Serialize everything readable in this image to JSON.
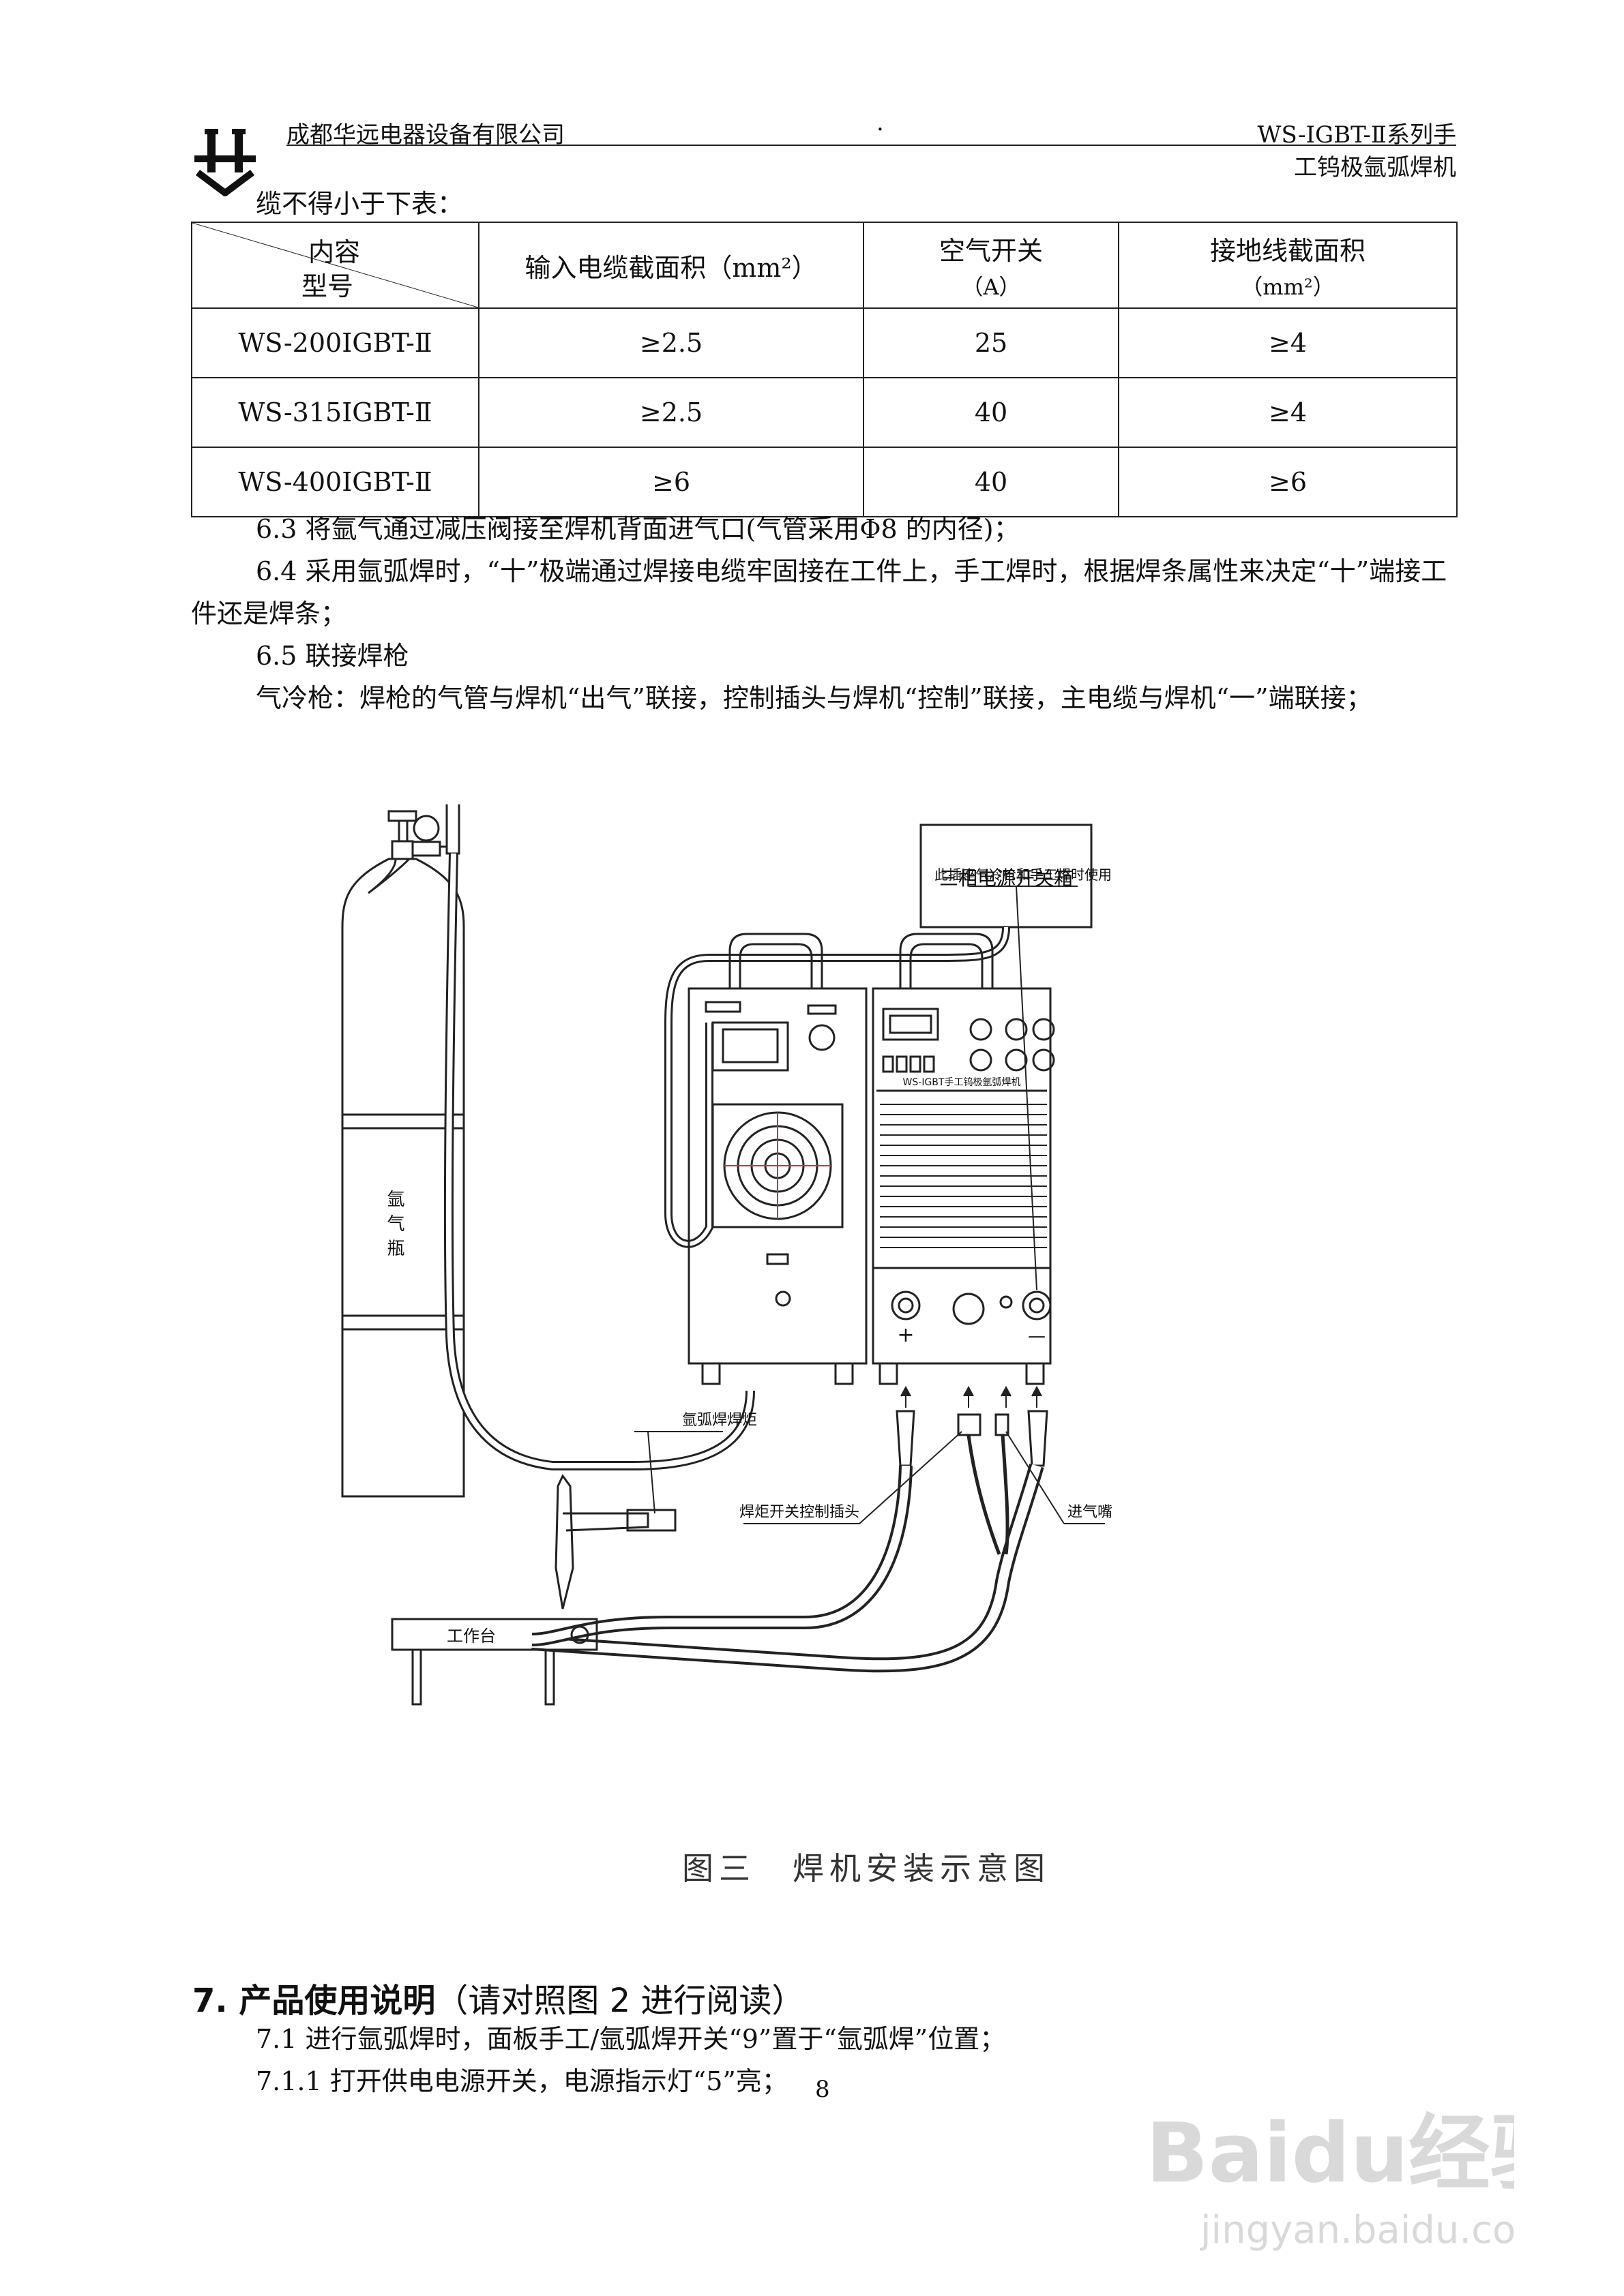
{
  "header": {
    "company": "成都华远电器设备有限公司",
    "dot": "·",
    "title_line1": "WS-IGBT-Ⅱ系列手",
    "title_line2": "工钨极氩弧焊机"
  },
  "intro": "缆不得小于下表：",
  "table": {
    "corner_top": "内容",
    "corner_bottom": "型号",
    "columns": [
      {
        "label": "输入电缆截面积（mm²）",
        "sub": ""
      },
      {
        "label": "空气开关",
        "sub": "（A）"
      },
      {
        "label": "接地线截面积",
        "sub": "（mm²）"
      }
    ],
    "rows": [
      {
        "model": "WS-200IGBT-Ⅱ",
        "cable": "≥2.5",
        "breaker": "25",
        "ground": "≥4"
      },
      {
        "model": "WS-315IGBT-Ⅱ",
        "cable": "≥2.5",
        "breaker": "40",
        "ground": "≥4"
      },
      {
        "model": "WS-400IGBT-Ⅱ",
        "cable": "≥6",
        "breaker": "40",
        "ground": "≥6"
      }
    ]
  },
  "paragraphs": {
    "p63": "6.3 将氩气通过减压阀接至焊机背面进气口(气管采用Φ8 的内径)；",
    "p64": "6.4 采用氩弧焊时，“十”极端通过焊接电缆牢固接在工件上，手工焊时，根据焊条属性来决定“十”端接工件还是焊条；",
    "p65": "6.5 联接焊枪",
    "p_air": "气冷枪：焊枪的气管与焊机“出气”联接，控制插头与焊机“控制”联接，主电缆与焊机“一”端联接；"
  },
  "diagram": {
    "switch_box": "三相电源开关箱",
    "cylinder": "氩气瓶",
    "socket_note": "此插座气冷枪和手工焊时使用",
    "machine_name": "WS-IGBT手工钨极氩弧焊机",
    "torch": "氩弧焊焊炬",
    "control_plug": "焊炬开关控制插头",
    "gas_inlet": "进气嘴",
    "workbench": "工作台",
    "plus": "+",
    "minus": "—"
  },
  "caption": "图三　焊机安装示意图",
  "section": {
    "title": "7. 产品使用说明",
    "note": "（请对照图 2 进行阅读）",
    "p71": "7.1 进行氩弧焊时，面板手工/氩弧焊开关“9”置于“氩弧焊”位置；",
    "p711": "7.1.1 打开供电电源开关，电源指示灯“5”亮；"
  },
  "page_number": "8",
  "watermark": {
    "brand": "Baidu经验",
    "url": "jingyan.baidu.com"
  }
}
